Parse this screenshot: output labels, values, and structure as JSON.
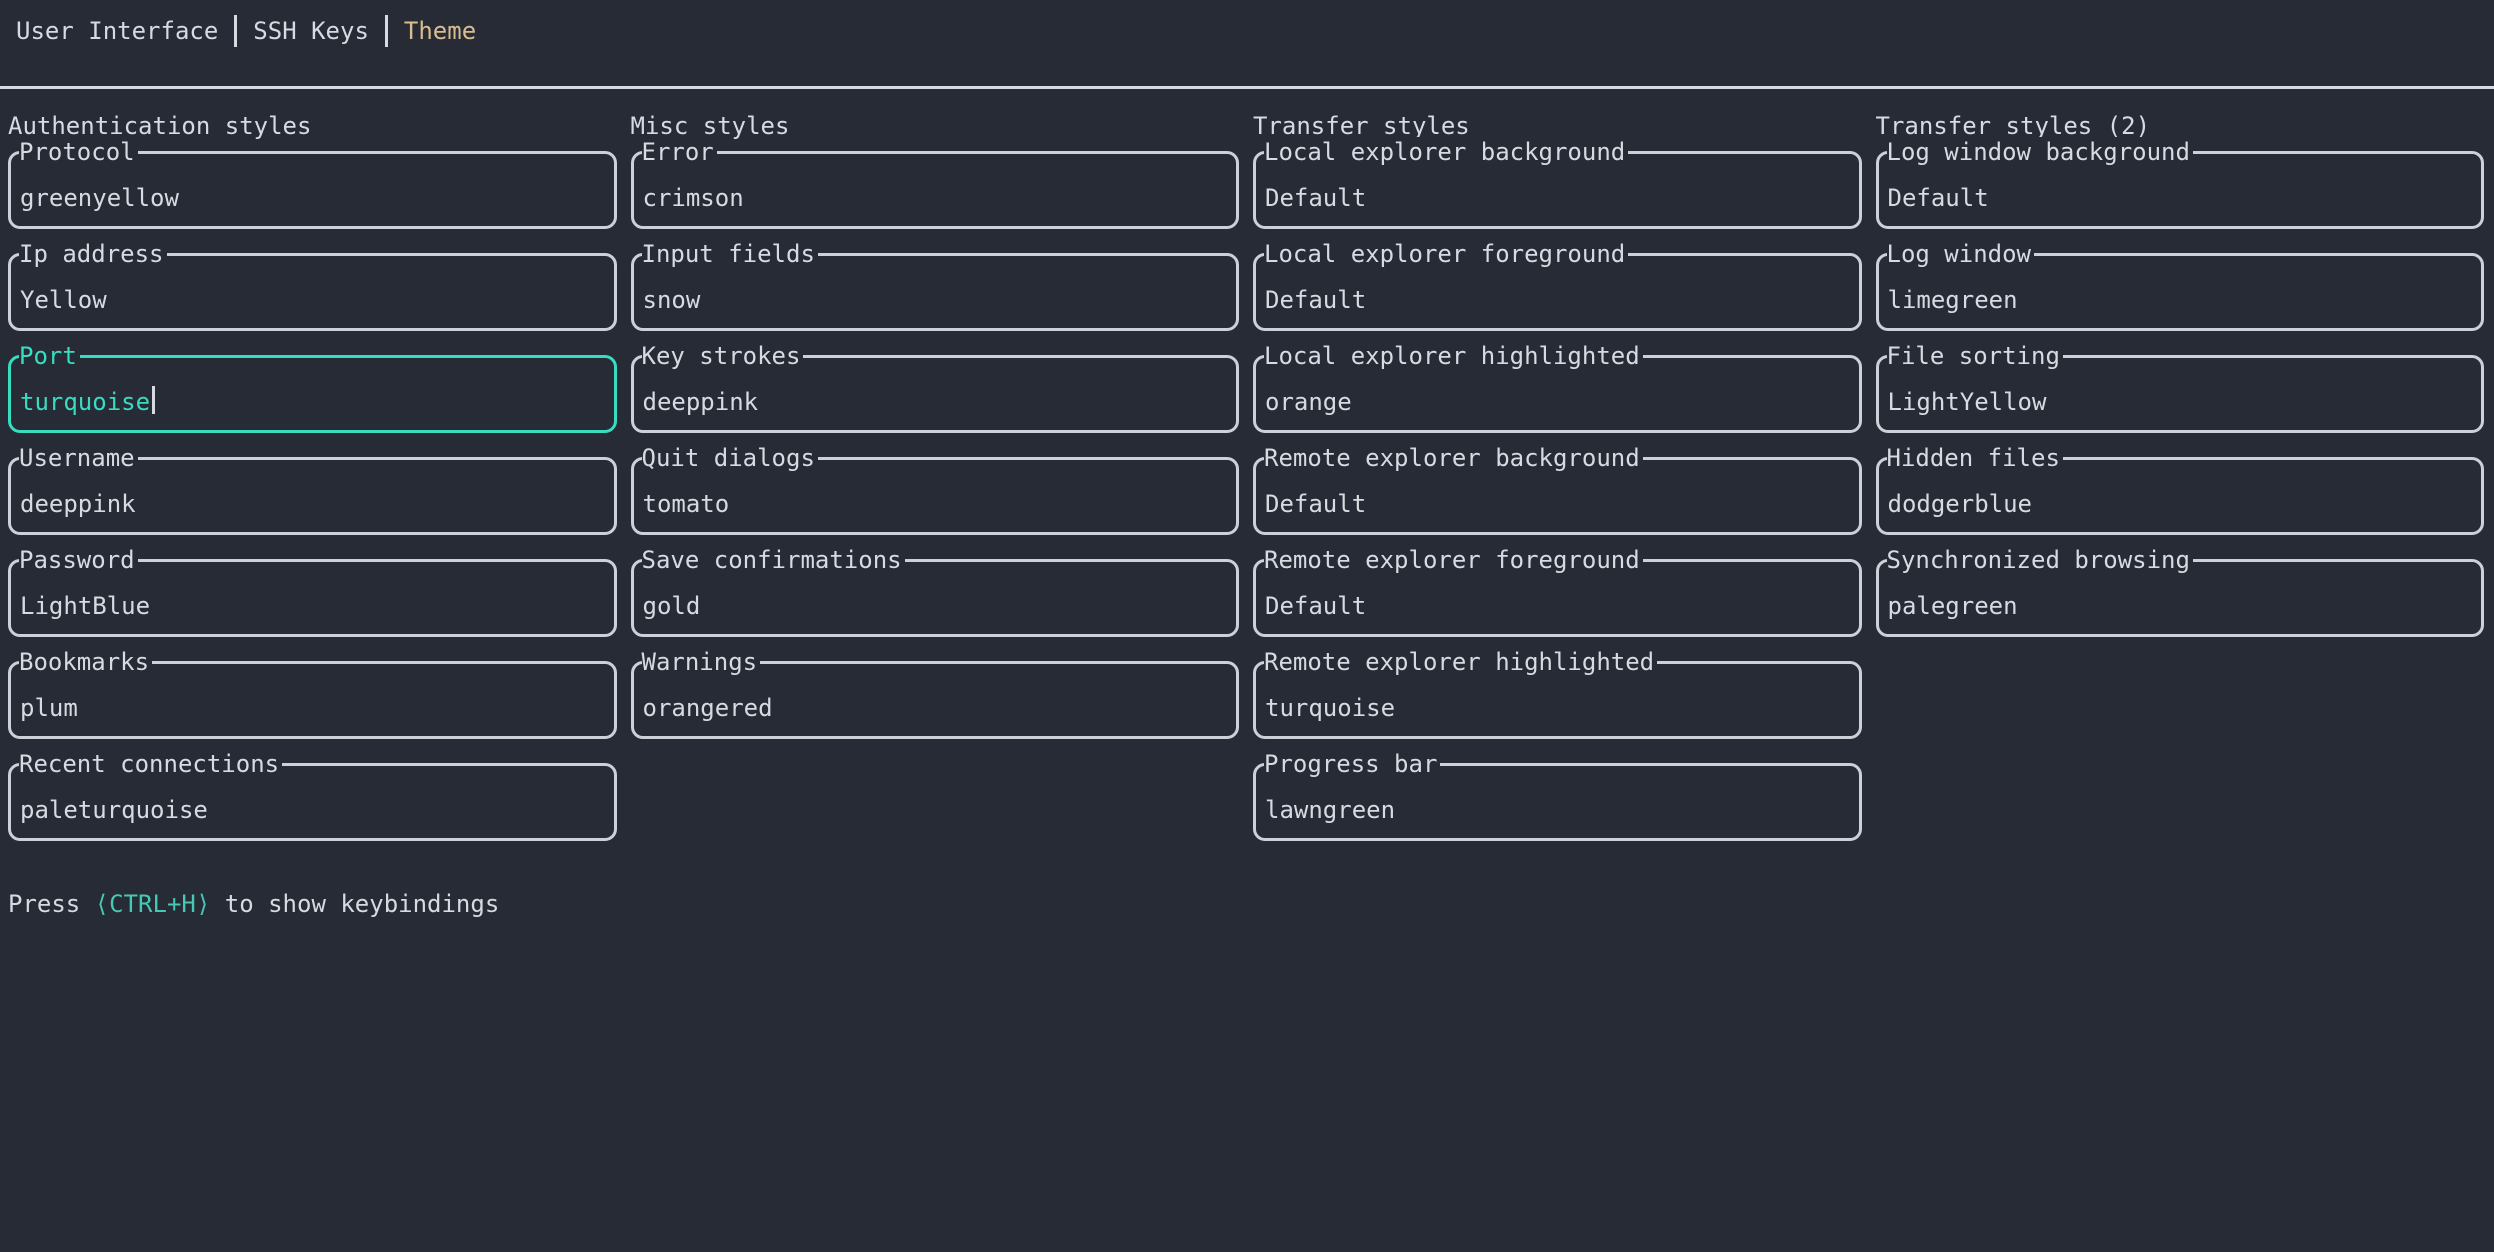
{
  "colors": {
    "bg": "#262b35",
    "fg": "#d7dbe1",
    "border": "#ccd1d8",
    "accent": "#38dcc1",
    "tab-active": "#d9bd90",
    "key-hint": "#45c8b4"
  },
  "tabs": [
    {
      "label": "User Interface",
      "active": false
    },
    {
      "label": "SSH Keys",
      "active": false
    },
    {
      "label": "Theme",
      "active": true
    }
  ],
  "sections": [
    {
      "title": "Authentication styles",
      "fields": [
        {
          "label": "Protocol",
          "value": "greenyellow",
          "focused": false
        },
        {
          "label": "Ip address",
          "value": "Yellow",
          "focused": false
        },
        {
          "label": "Port",
          "value": "turquoise",
          "focused": true
        },
        {
          "label": "Username",
          "value": "deeppink",
          "focused": false
        },
        {
          "label": "Password",
          "value": "LightBlue",
          "focused": false
        },
        {
          "label": "Bookmarks",
          "value": "plum",
          "focused": false
        },
        {
          "label": "Recent connections",
          "value": "paleturquoise",
          "focused": false
        }
      ]
    },
    {
      "title": "Misc styles",
      "fields": [
        {
          "label": "Error",
          "value": "crimson",
          "focused": false
        },
        {
          "label": "Input fields",
          "value": "snow",
          "focused": false
        },
        {
          "label": "Key strokes",
          "value": "deeppink",
          "focused": false
        },
        {
          "label": "Quit dialogs",
          "value": "tomato",
          "focused": false
        },
        {
          "label": "Save confirmations",
          "value": "gold",
          "focused": false
        },
        {
          "label": "Warnings",
          "value": "orangered",
          "focused": false
        }
      ]
    },
    {
      "title": "Transfer styles",
      "fields": [
        {
          "label": "Local explorer background",
          "value": "Default",
          "focused": false
        },
        {
          "label": "Local explorer foreground",
          "value": "Default",
          "focused": false
        },
        {
          "label": "Local explorer highlighted",
          "value": "orange",
          "focused": false
        },
        {
          "label": "Remote explorer background",
          "value": "Default",
          "focused": false
        },
        {
          "label": "Remote explorer foreground",
          "value": "Default",
          "focused": false
        },
        {
          "label": "Remote explorer highlighted",
          "value": "turquoise",
          "focused": false
        },
        {
          "label": "Progress bar",
          "value": "lawngreen",
          "focused": false
        }
      ]
    },
    {
      "title": "Transfer styles (2)",
      "fields": [
        {
          "label": "Log window background",
          "value": "Default",
          "focused": false
        },
        {
          "label": "Log window",
          "value": "limegreen",
          "focused": false
        },
        {
          "label": "File sorting",
          "value": "LightYellow",
          "focused": false
        },
        {
          "label": "Hidden files",
          "value": "dodgerblue",
          "focused": false
        },
        {
          "label": "Synchronized browsing",
          "value": "palegreen",
          "focused": false
        }
      ]
    }
  ],
  "footer": {
    "prefix": "Press ",
    "key": "⟨CTRL+H⟩",
    "suffix": " to show keybindings"
  }
}
